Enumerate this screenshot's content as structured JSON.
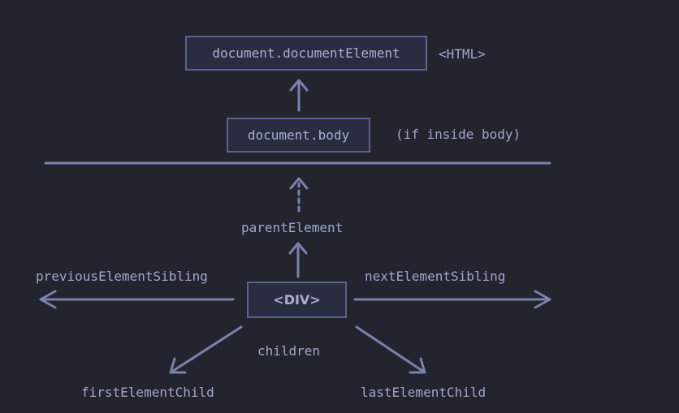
{
  "diagram": {
    "document_element_label": "document.documentElement",
    "html_tag": "<HTML>",
    "body_label": "document.body",
    "body_note": "(if inside body)",
    "parent_label": "parentElement",
    "prev_sibling_label": "previousElementSibling",
    "next_sibling_label": "nextElementSibling",
    "div_label": "<DIV>",
    "children_label": "children",
    "first_child_label": "firstElementChild",
    "last_child_label": "lastElementChild"
  },
  "colors": {
    "background": "#22252d",
    "stroke": "#7b81ac",
    "box_border": "#5b6290",
    "text": "#a0a6cc"
  }
}
